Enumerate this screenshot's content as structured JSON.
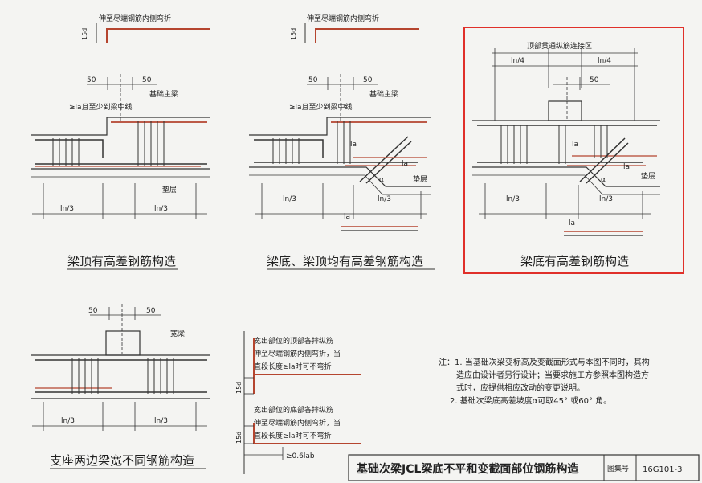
{
  "panels": {
    "top_left": {
      "caption": "梁顶有高差钢筋构造",
      "label_bend": "伸至尽端钢筋内侧弯折",
      "label_15d": "15d",
      "label_50_left": "50",
      "label_50_right": "50",
      "label_main_beam": "基础主梁",
      "label_anchor": "≥la且至少到梁中线",
      "label_cushion": "垫层",
      "label_ln3_left": "ln/3",
      "label_ln3_right": "ln/3"
    },
    "top_middle": {
      "caption": "梁底、梁顶均有高差钢筋构造",
      "label_bend": "伸至尽端钢筋内侧弯折",
      "label_15d": "15d",
      "label_50_left": "50",
      "label_50_right": "50",
      "label_main_beam": "基础主梁",
      "label_anchor": "≥la且至少到梁中线",
      "label_la_top": "la",
      "label_la_side": "la",
      "label_alpha": "α",
      "label_cushion": "垫层",
      "label_ln3_left": "ln/3",
      "label_ln3_right": "ln/3",
      "label_la_bottom": "la"
    },
    "top_right": {
      "caption": "梁底有高差钢筋构造",
      "label_zone": "顶部贯通纵筋连接区",
      "label_ln4_left": "ln/4",
      "label_ln4_right": "ln/4",
      "label_50": "50",
      "label_la_top": "la",
      "label_la_side": "la",
      "label_alpha": "α",
      "label_cushion": "垫层",
      "label_ln3_left": "ln/3",
      "label_ln3_right": "ln/3",
      "label_la_bottom": "la"
    },
    "bottom_left": {
      "caption": "支座两边梁宽不同钢筋构造",
      "label_50_left": "50",
      "label_50_right": "50",
      "label_wide_beam": "宽梁",
      "label_ln3_left": "ln/3",
      "label_ln3_right": "ln/3"
    },
    "bottom_middle": {
      "top_text": [
        "宽出部位的顶部各排纵筋",
        "伸至尽端钢筋内侧弯折，当",
        "直段长度≥la时可不弯折"
      ],
      "bottom_text": [
        "宽出部位的底部各排纵筋",
        "伸至尽端钢筋内侧弯折，当",
        "直段长度≥la时可不弯折"
      ],
      "label_15d_top": "15d",
      "label_15d_bottom": "15d",
      "label_06lab": "≥0.6lab"
    }
  },
  "notes": {
    "line1": "注：1. 当基础次梁变标高及变截面形式与本图不同时，其构",
    "line2": "造应由设计者另行设计；当要求施工方参照本图构造方",
    "line3": "式时，应提供相应改动的变更说明。",
    "line4": "2. 基础次梁底高差坡度α可取45° 或60° 角。"
  },
  "title_block": {
    "title": "基础次梁JCL梁底不平和变截面部位钢筋构造",
    "atlas_label": "图集号",
    "atlas_no": "16G101-3"
  },
  "colors": {
    "rebar_red": "#b5452f",
    "line": "#333333",
    "highlight": "#e0302a"
  }
}
